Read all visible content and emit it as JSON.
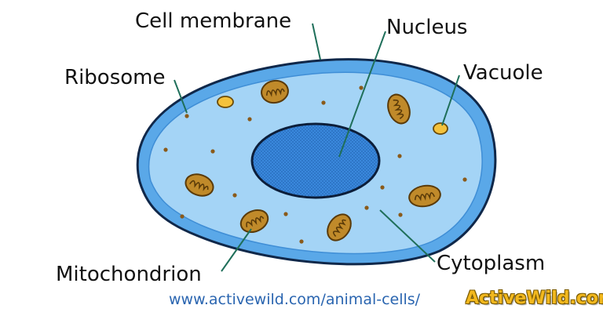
{
  "labels": {
    "cell_membrane": "Cell membrane",
    "nucleus": "Nucleus",
    "ribosome": "Ribosome",
    "vacuole": "Vacuole",
    "mitochondrion": "Mitochondrion",
    "cytoplasm": "Cytoplasm"
  },
  "source_url": "www.activewild.com/animal-cells/",
  "brand_logo": "ActiveWild.com",
  "colors": {
    "membrane_outer": "#2e78c8",
    "membrane_fill": "#5aa8e8",
    "cytoplasm": "#a4d4f6",
    "nucleus": "#2f80d8",
    "nucleus_outline": "#0c1e3a",
    "mitochondrion": "#c08a2a",
    "mitochondrion_outline": "#5a3a08",
    "vacuole": "#f4c23c",
    "ribosome": "#8a5a1a",
    "leader_line": "#1f6f5a",
    "source_url": "#2a65b0",
    "brand": "#f2b81e"
  }
}
